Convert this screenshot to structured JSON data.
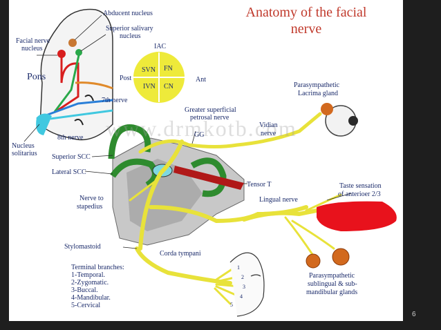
{
  "title": "Anatomy of the facial nerve",
  "watermark": "www.drmkotb.com",
  "page_number": "6",
  "labels": {
    "abducent_nucleus": "Abducent nucleus",
    "superior_salivary_nucleus_1": "Superior salivary",
    "superior_salivary_nucleus_2": "nucleus",
    "facial_nerve_nucleus_1": "Facial nerve",
    "facial_nerve_nucleus_2": "nucleus",
    "pons": "Pons",
    "seventh_nerve": "7th nerve",
    "eighth_nerve": "8th nerve",
    "nucleus_solitarius_1": "Nucleus",
    "nucleus_solitarius_2": "solitarius",
    "iac": "IAC",
    "post": "Post",
    "ant": "Ant",
    "svn": "SVN",
    "fn": "FN",
    "ivn": "IVN",
    "cn": "CN",
    "parasympathetic_lacrimal_1": "Parasympathetic",
    "parasympathetic_lacrimal_2": "Lacrima gland",
    "greater_superficial_1": "Greater superficial",
    "greater_superficial_2": "petrosal nerve",
    "gg": "GG",
    "vidian_1": "Vidian",
    "vidian_2": "nerve",
    "superior_scc": "Superior SCC",
    "lateral_scc": "Lateral SCC",
    "tensor_t": "Tensor T",
    "lingual_nerve": "Lingual nerve",
    "taste_1": "Taste sensation",
    "taste_2": "of anterioer 2/3",
    "nerve_to_stapedius_1": "Nerve to",
    "nerve_to_stapedius_2": "stapedius",
    "stylomastoid": "Stylomastoid",
    "corda_tympani": "Corda tympani",
    "parasympathetic_glands_1": "Parasympathetic",
    "parasympathetic_glands_2": "sublingual & sub-",
    "parasympathetic_glands_3": "mandibular glands"
  },
  "terminal_branches": {
    "heading": "Terminal branches:",
    "items": [
      "1-Temporal.",
      "2-Zygomatic.",
      "3-Buccal.",
      "4-Mandibular.",
      "5-Cervical"
    ]
  },
  "face_numbers": [
    "1",
    "2",
    "3",
    "4",
    "5"
  ],
  "colors": {
    "nerve_yellow": "#e8e23a",
    "title_red": "#c0392b",
    "label_blue": "#1a2a6a",
    "canal_green": "#2e8b2e",
    "tongue_red": "#e8121c",
    "gland_orange": "#d2691e"
  }
}
